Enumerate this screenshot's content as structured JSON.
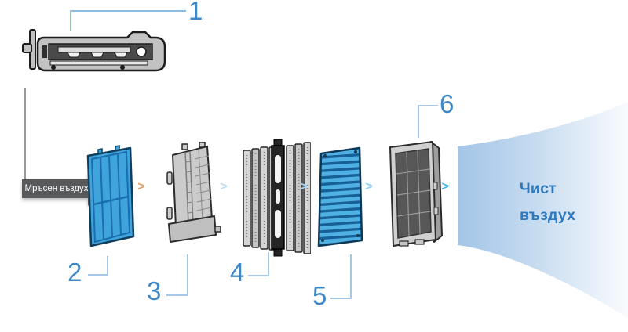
{
  "diagram_name": "air-purifier-filter-exploded-diagram",
  "dirty_air": {
    "label": "Мръсен въздух"
  },
  "clean_air": {
    "line1": "Чист",
    "line2": "въздух"
  },
  "callouts": [
    {
      "num": "1",
      "name": "top-tray-unit"
    },
    {
      "num": "2",
      "name": "blue-pre-filter-panel"
    },
    {
      "num": "3",
      "name": "gray-frame-filter"
    },
    {
      "num": "4",
      "name": "electrostatic-slat-filter"
    },
    {
      "num": "5",
      "name": "blue-pleated-filter"
    },
    {
      "num": "6",
      "name": "mesh-grid-filter"
    }
  ],
  "flow_arrows": [
    {
      "symbol": ">",
      "color": "#D9A264"
    },
    {
      "symbol": ">",
      "color": "#BCDFF7"
    },
    {
      "symbol": ">",
      "color": "#A6D9F6"
    },
    {
      "symbol": ">",
      "color": "#8FD0F4"
    },
    {
      "symbol": ">",
      "color": "#3FB9EF"
    }
  ],
  "colors": {
    "number_blue": "#3F87C7",
    "leader_blue": "#A5C7E8",
    "leader_blue_dark": "#8FBCE3",
    "dirty_arrow_bg": "#58595B",
    "filter_blue": "#3FA4DB",
    "filter_blue_line": "#1A6DAE",
    "pleat_blue": "#4FB0E4",
    "pleat_dark": "#156096",
    "part_gray": "#C9C9C9",
    "clean_text_blue": "#2E79BE",
    "funnel_gradient_from": "#A3C5E7",
    "funnel_gradient_to": "#F9FBFE"
  }
}
